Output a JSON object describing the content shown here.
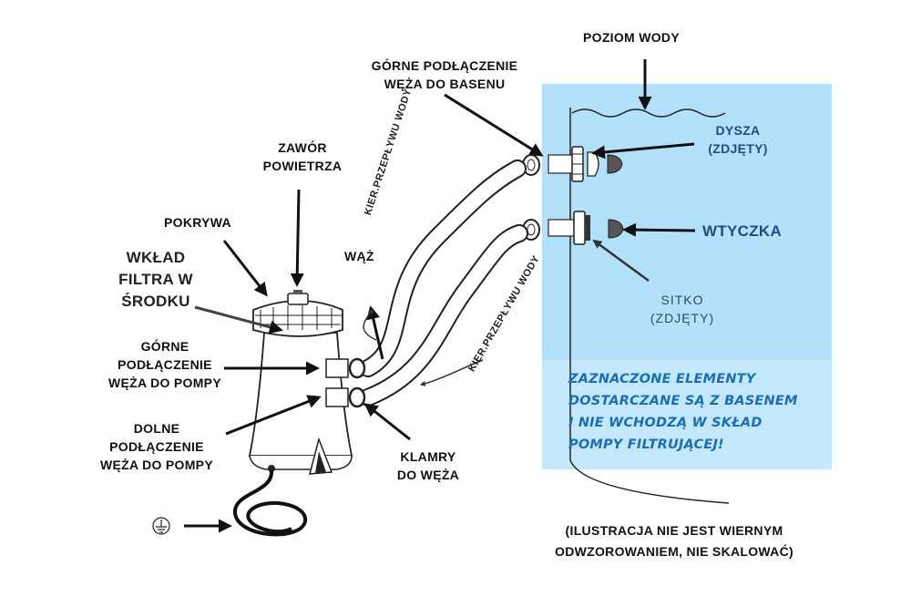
{
  "labels": {
    "water_level": "POZIOM WODY",
    "top_pool_connection_1": "GÓRNE PODŁĄCZENIE",
    "top_pool_connection_2": "WĘŻA DO BASENU",
    "air_valve_1": "ZAWÓR",
    "air_valve_2": "POWIETRZA",
    "cover": "POKRYWA",
    "filter_1": "WKŁAD",
    "filter_2": "FILTRA W",
    "filter_3": "ŚRODKU",
    "hose": "WĄŻ",
    "upper_pump_1": "GÓRNE",
    "upper_pump_2": "PODŁĄCZENIE",
    "upper_pump_3": "WĘŻA DO POMPY",
    "lower_pump_1": "DOLNE",
    "lower_pump_2": "PODŁĄCZENIE",
    "lower_pump_3": "WĘŻA DO POMPY",
    "clamps_1": "KLAMRY",
    "clamps_2": "DO WĘŻA",
    "nozzle_1": "DYSZA",
    "nozzle_2": "(ZDJĘTY)",
    "plug": "WTYCZKA",
    "strainer_1": "SITKO",
    "strainer_2": "(ZDJĘTY)",
    "flow_direction_1": "KIER.PRZEPŁYWU WODY",
    "flow_direction_2": "KIER.PRZEPŁYWU WODY"
  },
  "note": {
    "line1": "ZAZNACZONE ELEMENTY",
    "line2": "DOSTARCZANE SĄ Z BASENEM",
    "line3": "I NIE WCHODZĄ W SKŁAD",
    "line4": "POMPY FILTRUJĄCEJ!"
  },
  "disclaimer": {
    "line1": "(ILUSTRACJA NIE JEST WIERNYM",
    "line2": "ODWZOROWANIEM, NIE SKALOWAĆ)"
  },
  "colors": {
    "pool_blue": "#b3e0fb",
    "note_blue": "#1b6db5",
    "line": "#111111"
  },
  "icons": [
    "ground-icon",
    "pump-icon",
    "hose-icon",
    "nozzle-icon",
    "plug-icon",
    "strainer-icon"
  ]
}
